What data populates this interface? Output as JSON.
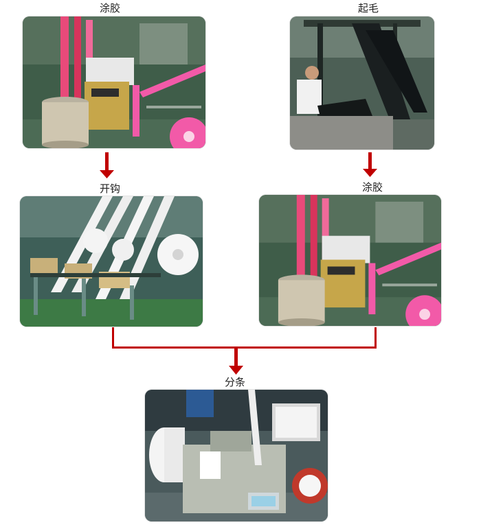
{
  "steps": {
    "coating_top": "涂胶",
    "napping": "起毛",
    "hooking": "开钩",
    "coating_right": "涂胶",
    "slitting": "分条"
  },
  "colors": {
    "arrow": "#c00000",
    "ribbon_pink": "#f25aa8",
    "factory_green": "#3f5d49",
    "floor_green": "#3d7a45"
  }
}
